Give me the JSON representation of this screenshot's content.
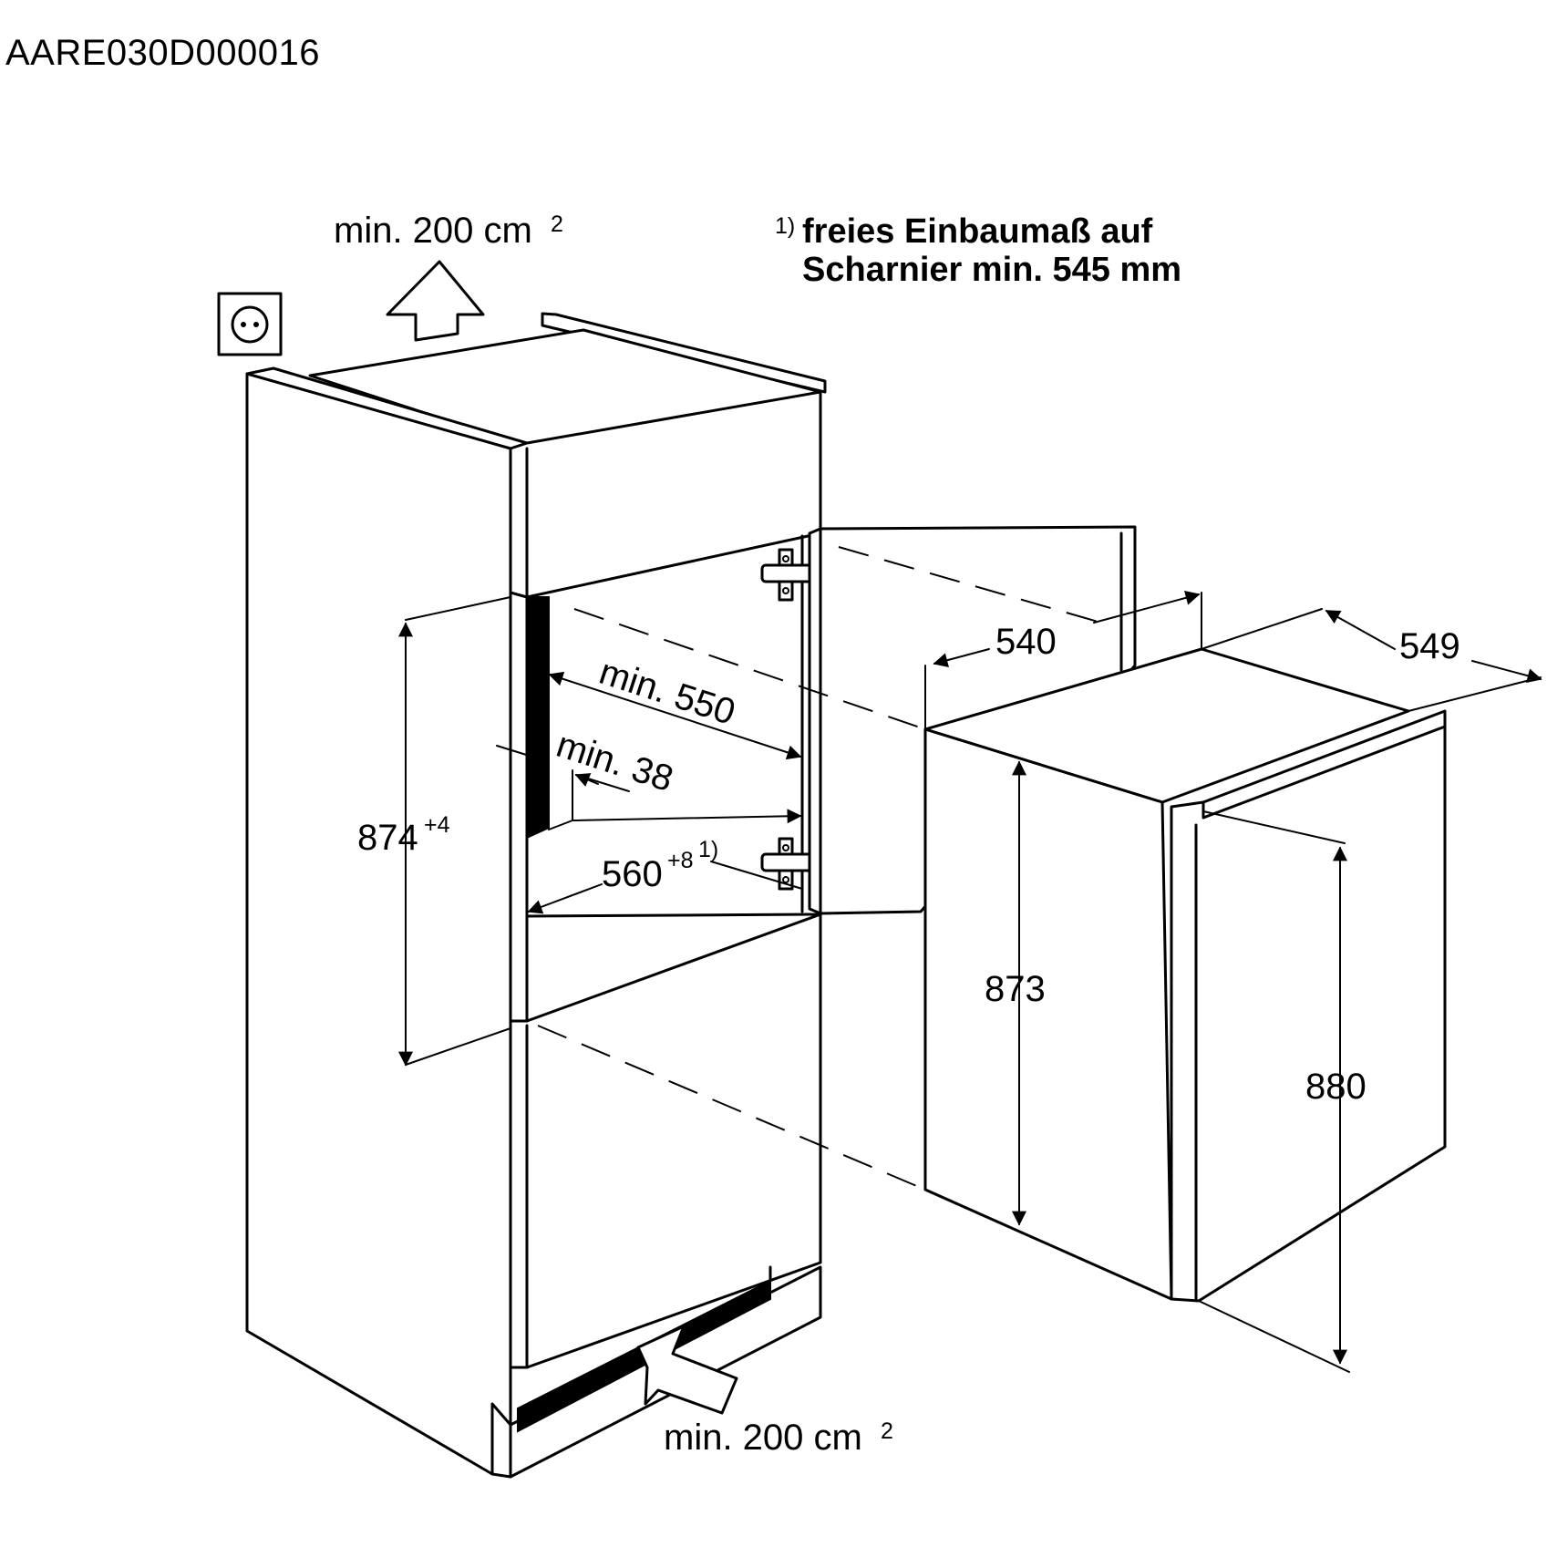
{
  "document_id": "AARE030D000016",
  "footnote": {
    "marker": "1)",
    "line1": "freies Einbaumaß auf",
    "line2": "Scharnier min. 545 mm"
  },
  "ventilation": {
    "top": {
      "value": "min. 200 cm",
      "exp": "2"
    },
    "bottom": {
      "value": "min. 200 cm",
      "exp": "2"
    }
  },
  "dimensions": {
    "niche_height": {
      "value": "874",
      "tolerance": "+4"
    },
    "niche_depth": "min. 550",
    "gap": "min. 38",
    "niche_width": {
      "value": "560",
      "tolerance": "+8",
      "note": "1)"
    },
    "appliance_depth": "540",
    "appliance_width": "549",
    "appliance_height_body": "873",
    "appliance_height_total": "880"
  }
}
